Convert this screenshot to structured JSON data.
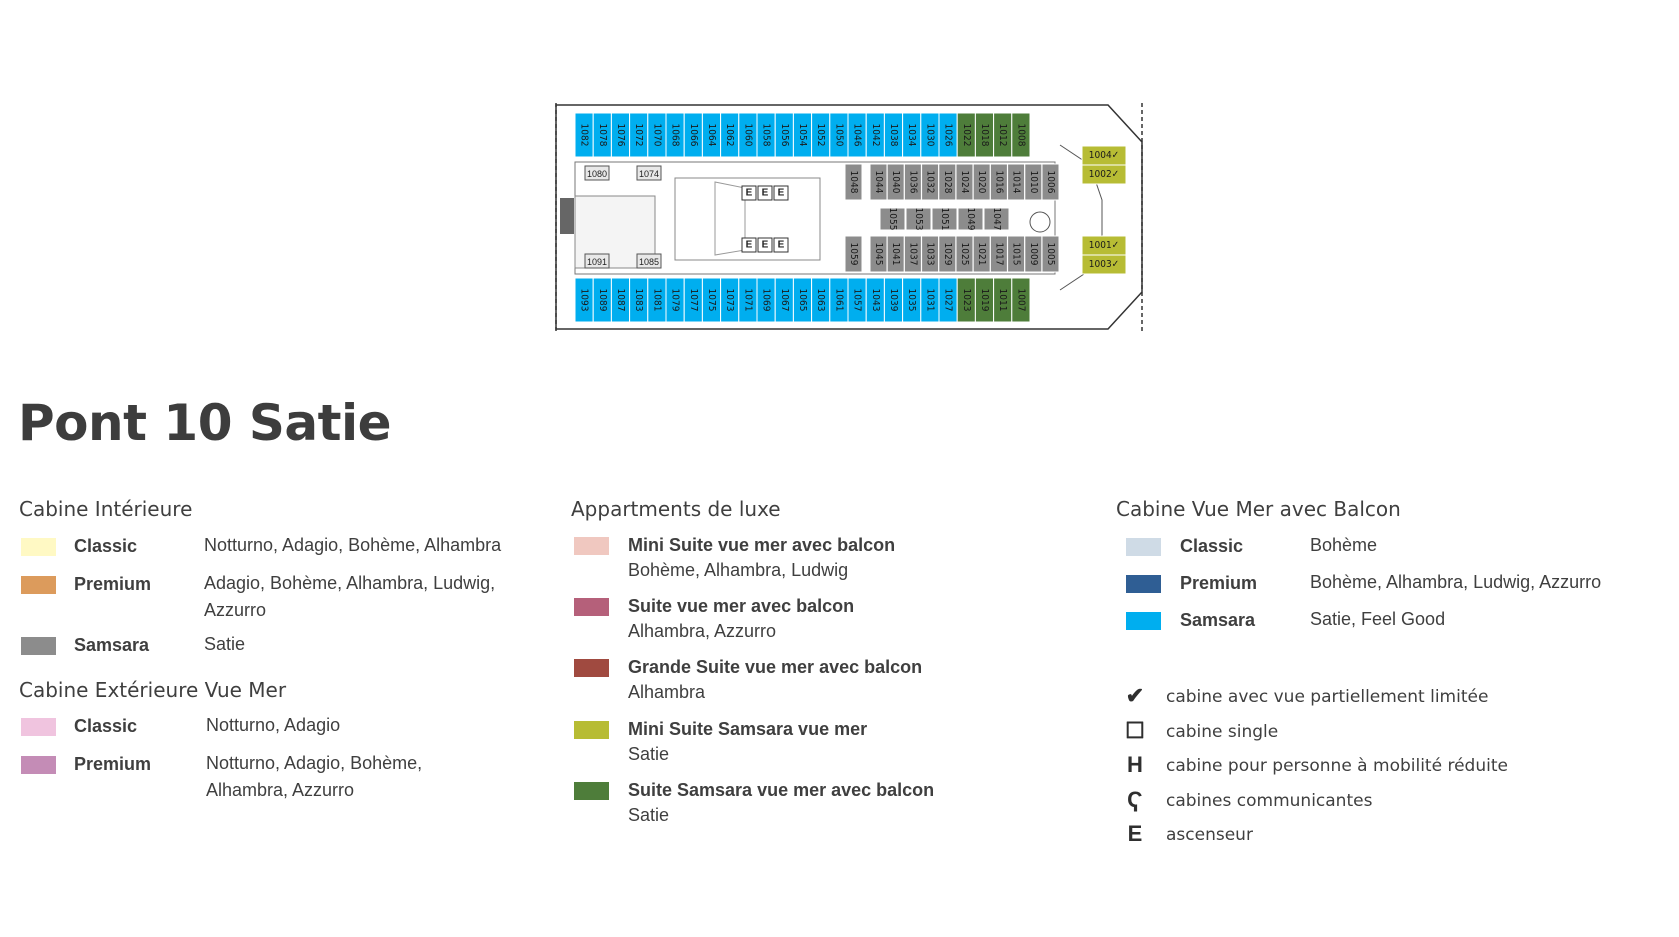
{
  "title": "Pont 10 Satie",
  "deck": {
    "top_row": [
      "1082",
      "1078",
      "1076",
      "1072",
      "1070",
      "1068",
      "1066",
      "1064",
      "1062",
      "1060",
      "1058",
      "1056",
      "1054",
      "1052",
      "1050",
      "1046",
      "1042",
      "1038",
      "1034",
      "1030",
      "1026",
      "1022",
      "1018",
      "1012",
      "1008"
    ],
    "bottom_row": [
      "1093",
      "1089",
      "1087",
      "1083",
      "1081",
      "1079",
      "1077",
      "1075",
      "1073",
      "1071",
      "1069",
      "1067",
      "1065",
      "1063",
      "1061",
      "1057",
      "1043",
      "1039",
      "1035",
      "1031",
      "1027",
      "1023",
      "1019",
      "1011",
      "1007"
    ],
    "inner_top_row": [
      "1048",
      "1044",
      "1040",
      "1036",
      "1032",
      "1028",
      "1024",
      "1020",
      "1016",
      "1014",
      "1010",
      "1006"
    ],
    "inner_mid_row": [
      "1055",
      "1053",
      "1051",
      "1049",
      "1047"
    ],
    "inner_bottom_row": [
      "1059",
      "1045",
      "1041",
      "1037",
      "1033",
      "1029",
      "1025",
      "1021",
      "1017",
      "1015",
      "1009",
      "1005"
    ],
    "bow_suites": [
      "1004✓",
      "1002✓",
      "1001✓",
      "1003✓"
    ],
    "aft_singles": [
      "1080",
      "1074",
      "1091",
      "1085"
    ],
    "elevator_label": "E"
  },
  "colors": {
    "samsara_balcony": "#00aeef",
    "suite_samsara_balcony": "#4e7d3a",
    "samsara_interior": "#8c8c8c",
    "mini_suite_samsara": "#b7bc34"
  },
  "legend": {
    "interior": {
      "title": "Cabine Intérieure",
      "items": [
        {
          "label": "Classic",
          "value": "Notturno, Adagio, Bohème, Alhambra",
          "color": "#fff9c4"
        },
        {
          "label": "Premium",
          "value": "Adagio, Bohème, Alhambra, Ludwig, Azzurro",
          "color": "#dc9b5c"
        },
        {
          "label": "Samsara",
          "value": "Satie",
          "color": "#8c8c8c"
        }
      ]
    },
    "exterior": {
      "title": "Cabine Extérieure Vue Mer",
      "items": [
        {
          "label": "Classic",
          "value": "Notturno, Adagio",
          "color": "#f0c4df"
        },
        {
          "label": "Premium",
          "value": "Notturno, Adagio, Bohème, Alhambra, Azzurro",
          "color": "#c48cb6"
        }
      ]
    },
    "luxury": {
      "title": "Appartments de luxe",
      "items": [
        {
          "label": "Mini Suite vue mer avec balcon",
          "value": "Bohème, Alhambra, Ludwig",
          "color": "#f0c8c0"
        },
        {
          "label": "Suite vue mer avec balcon",
          "value": "Alhambra, Azzurro",
          "color": "#b5607a"
        },
        {
          "label": "Grande Suite vue mer avec balcon",
          "value": "Alhambra",
          "color": "#a04a40"
        },
        {
          "label": "Mini Suite Samsara vue mer",
          "value": "Satie",
          "color": "#b7bc34"
        },
        {
          "label": "Suite Samsara vue mer avec balcon",
          "value": "Satie",
          "color": "#4e7d3a"
        }
      ]
    },
    "balcony": {
      "title": "Cabine Vue Mer avec Balcon",
      "items": [
        {
          "label": "Classic",
          "value": "Bohème",
          "color": "#cfdbe6"
        },
        {
          "label": "Premium",
          "value": "Bohème, Alhambra, Ludwig, Azzurro",
          "color": "#2f5e94"
        },
        {
          "label": "Samsara",
          "value": "Satie, Feel Good",
          "color": "#00aeef"
        }
      ]
    },
    "symbols": [
      {
        "icon": "checkmark-icon",
        "glyph": "✔",
        "text": "cabine avec vue partiellement limitée"
      },
      {
        "icon": "square-icon",
        "glyph": "☐",
        "text": "cabine single"
      },
      {
        "icon": "h-icon",
        "glyph": "H",
        "text": "cabine pour personne à mobilité réduite"
      },
      {
        "icon": "connecting-icon",
        "glyph": "Ҁ",
        "text": "cabines communicantes"
      },
      {
        "icon": "elevator-icon",
        "glyph": "E",
        "text": "ascenseur"
      }
    ]
  }
}
